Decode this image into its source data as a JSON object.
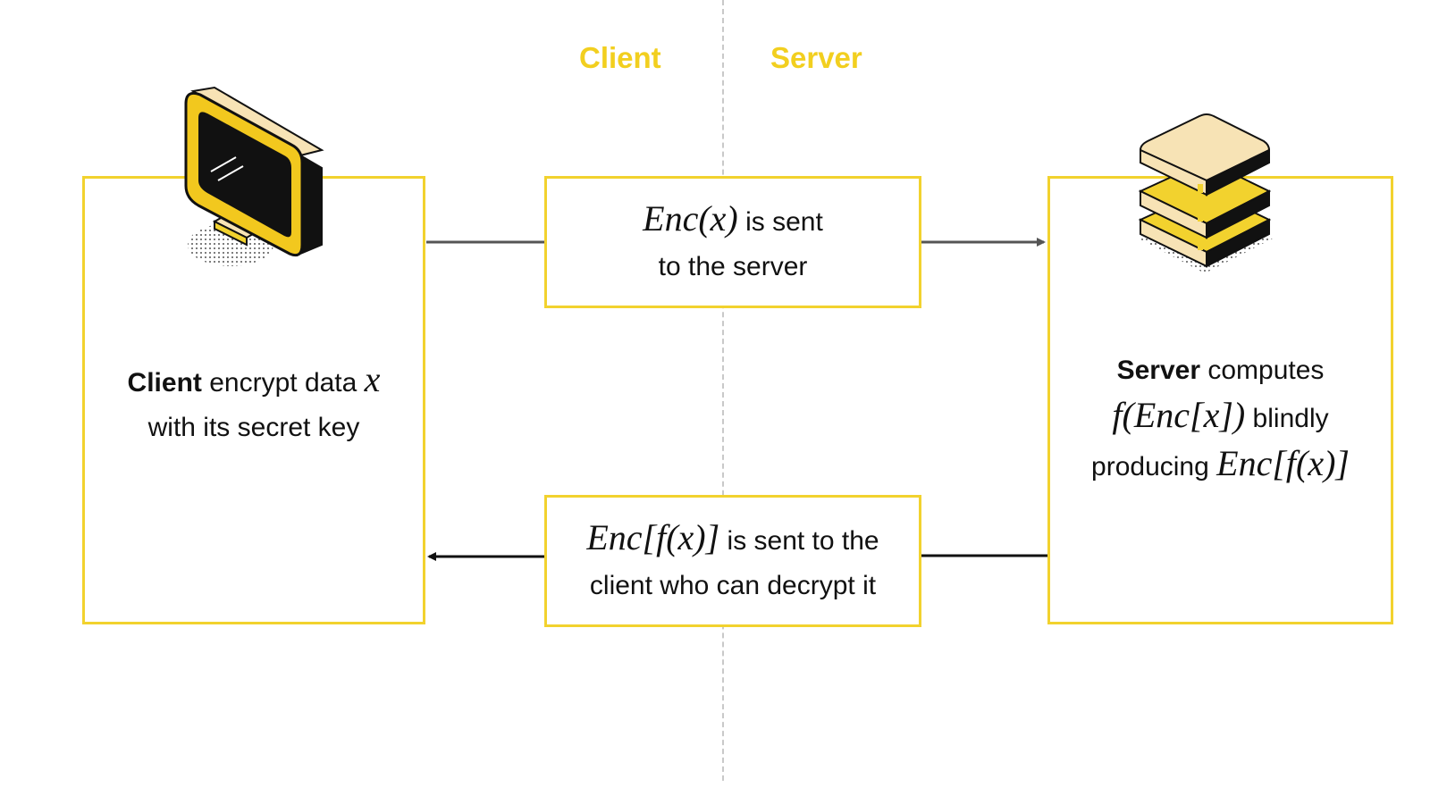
{
  "headings": {
    "client": "Client",
    "server": "Server"
  },
  "client_box": {
    "bold": "Client",
    "line1_rest": " encrypt data ",
    "var_x": "x",
    "line2": "with its secret key"
  },
  "msg_to_server": {
    "math": "Enc(x)",
    "line1_rest": " is sent",
    "line2": "to the server"
  },
  "server_box": {
    "bold": "Server",
    "line1_rest": " computes",
    "math1": "f(Enc[x])",
    "line2_rest": " blindly",
    "line3_pre": "producing ",
    "math2": "Enc[f(x)]"
  },
  "msg_to_client": {
    "math": "Enc[f(x)]",
    "line1_rest": " is sent to the",
    "line2": "client who can decrypt it"
  },
  "colors": {
    "accent": "#f2d22e",
    "heading": "#f2cf1f",
    "divider": "#c9c9c9",
    "line": "#555555"
  },
  "icons": {
    "client": "computer-monitor-icon",
    "server": "server-stack-icon"
  }
}
